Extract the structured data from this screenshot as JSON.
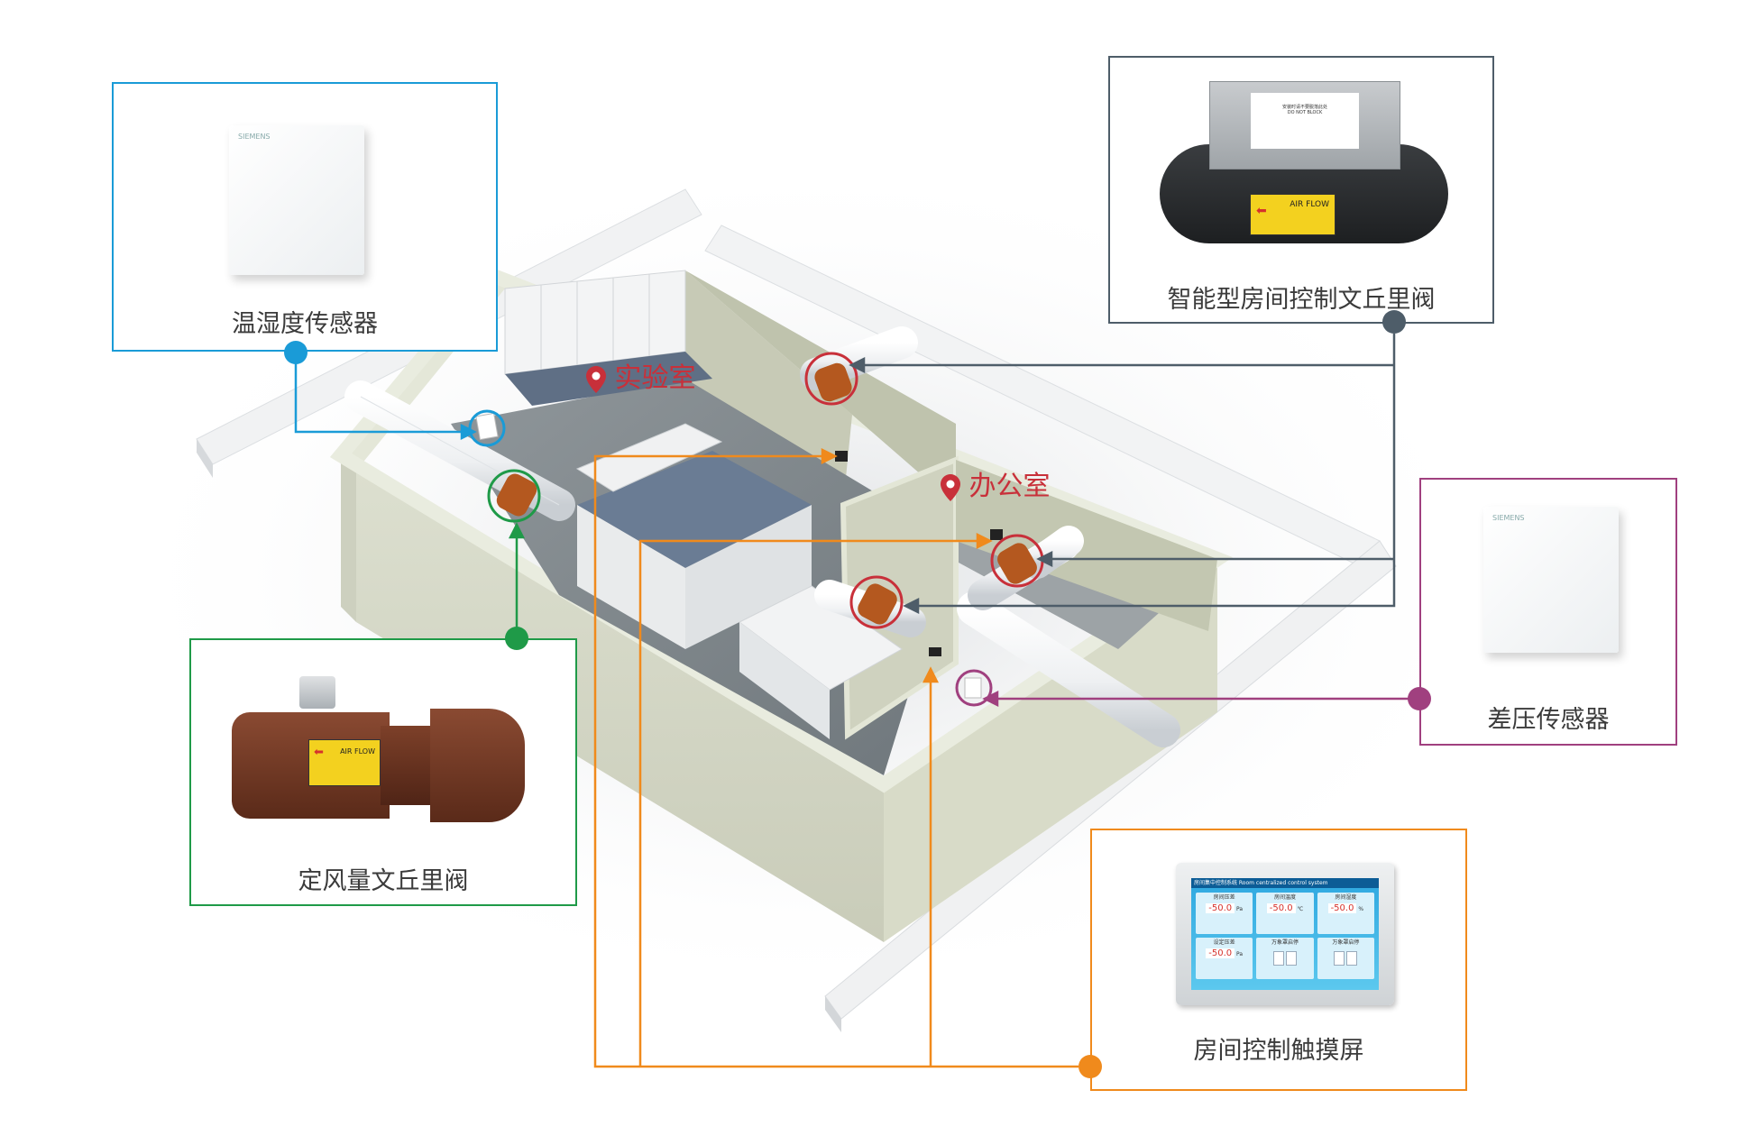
{
  "rooms": {
    "lab": "实验室",
    "office": "办公室"
  },
  "callouts": {
    "temp_humidity_sensor": {
      "label": "温湿度传感器",
      "color": "#1a9bd7"
    },
    "smart_venturi_valve": {
      "label": "智能型房间控制文丘里阀",
      "color": "#4e5d69"
    },
    "differential_pressure_sensor": {
      "label": "差压传感器",
      "color": "#a0407f"
    },
    "constant_air_venturi_valve": {
      "label": "定风量文丘里阀",
      "color": "#1f9a48"
    },
    "room_touchscreen": {
      "label": "房间控制触摸屏",
      "color": "#f08a1c"
    }
  },
  "touchscreen_ui": {
    "title": "房间集中控制系统 Room centralized control system",
    "cells": [
      {
        "label": "房间压差",
        "value": "-50.0",
        "unit": "Pa"
      },
      {
        "label": "房间温度",
        "value": "-50.0",
        "unit": "℃"
      },
      {
        "label": "房间湿度",
        "value": "-50.0",
        "unit": "%"
      },
      {
        "label": "设定压差",
        "value": "-50.0",
        "unit": "Pa"
      },
      {
        "label": "万象罩启停",
        "value": "",
        "unit": ""
      },
      {
        "label": "万象罩启停",
        "value": "",
        "unit": ""
      }
    ]
  },
  "valve_tag": {
    "text": "AIR FLOW"
  },
  "smart_valve_plate": {
    "title": "安装时请不要脱落此处",
    "subtitle": "DO NOT BLOCK"
  },
  "sensor_brand": "SIEMENS",
  "icons": [
    "location-pin-icon",
    "connector-dot"
  ]
}
